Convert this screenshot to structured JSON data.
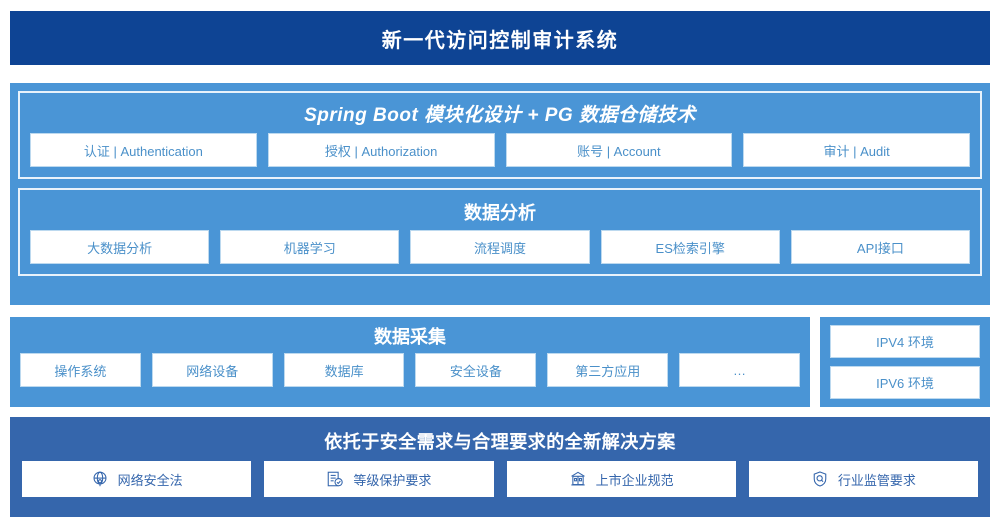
{
  "header": {
    "title": "新一代访问控制审计系统"
  },
  "platform": {
    "panels": [
      {
        "title": "Spring Boot 模块化设计 + PG 数据仓储技术",
        "title_style": "italic",
        "cards": [
          {
            "label": "认证 | Authentication"
          },
          {
            "label": "授权 | Authorization"
          },
          {
            "label": "账号 | Account"
          },
          {
            "label": "审计 | Audit"
          }
        ]
      },
      {
        "title": "数据分析",
        "title_style": "normal",
        "cards": [
          {
            "label": "大数据分析"
          },
          {
            "label": "机器学习"
          },
          {
            "label": "流程调度"
          },
          {
            "label": "ES检索引擎"
          },
          {
            "label": "API接口"
          }
        ]
      }
    ]
  },
  "collection": {
    "title": "数据采集",
    "cards": [
      {
        "label": "操作系统"
      },
      {
        "label": "网络设备"
      },
      {
        "label": "数据库"
      },
      {
        "label": "安全设备"
      },
      {
        "label": "第三方应用"
      },
      {
        "label": "…"
      }
    ]
  },
  "environment": {
    "cards": [
      {
        "label": "IPV4 环境"
      },
      {
        "label": "IPV6 环境"
      }
    ]
  },
  "solution": {
    "title": "依托于安全需求与合理要求的全新解决方案",
    "cards": [
      {
        "label": "网络安全法",
        "icon": "globe-network-icon"
      },
      {
        "label": "等级保护要求",
        "icon": "document-check-icon"
      },
      {
        "label": "上市企业规范",
        "icon": "bank-building-icon"
      },
      {
        "label": "行业监管要求",
        "icon": "shield-search-icon"
      }
    ]
  },
  "colors": {
    "header_navy": "#0e4494",
    "panel_light_blue": "#4a95d6",
    "solution_blue": "#3566ac",
    "card_text_blue": "#4a90c9",
    "card_border": "#bcd9ef",
    "panel_border": "#e8f2fb",
    "white": "#ffffff"
  }
}
